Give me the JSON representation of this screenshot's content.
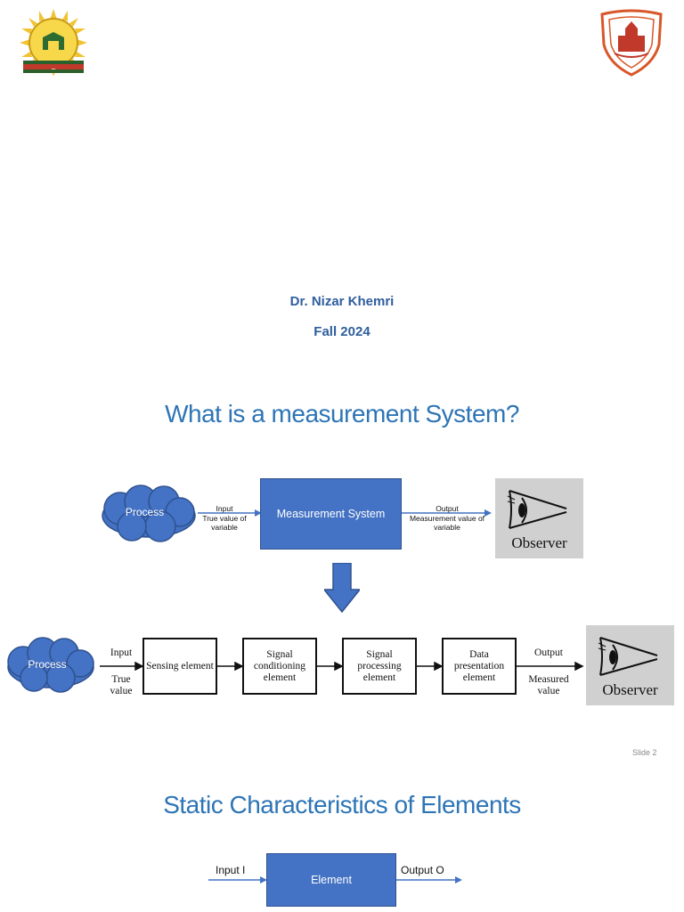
{
  "title_slide": {
    "author": "Dr. Nizar Khemri",
    "term": "Fall 2024"
  },
  "slide2": {
    "title": "What is a measurement System?",
    "top_diagram": {
      "process": "Process",
      "input_label": "Input",
      "input_sub": "True value of variable",
      "system": "Measurement System",
      "output_label": "Output",
      "output_sub": "Measurement value of variable",
      "observer": "Observer"
    },
    "bottom_diagram": {
      "process": "Process",
      "input_label": "Input",
      "input_sub": "True value",
      "elements": [
        "Sensing element",
        "Signal conditioning element",
        "Signal processing element",
        "Data presentation element"
      ],
      "output_label": "Output",
      "output_sub": "Measured value",
      "observer": "Observer"
    },
    "slide_number": "Slide 2"
  },
  "slide3": {
    "title": "Static Characteristics of Elements",
    "input_label": "Input I",
    "element": "Element",
    "output_label": "Output O"
  },
  "colors": {
    "accent_blue": "#4472C4",
    "title_blue": "#2E75B6",
    "author_blue": "#2E5E9E",
    "observer_gray": "#D0D0D0"
  },
  "icons": [
    "university-seal-logo",
    "university-shield-logo",
    "eye-icon",
    "down-arrow-icon"
  ]
}
